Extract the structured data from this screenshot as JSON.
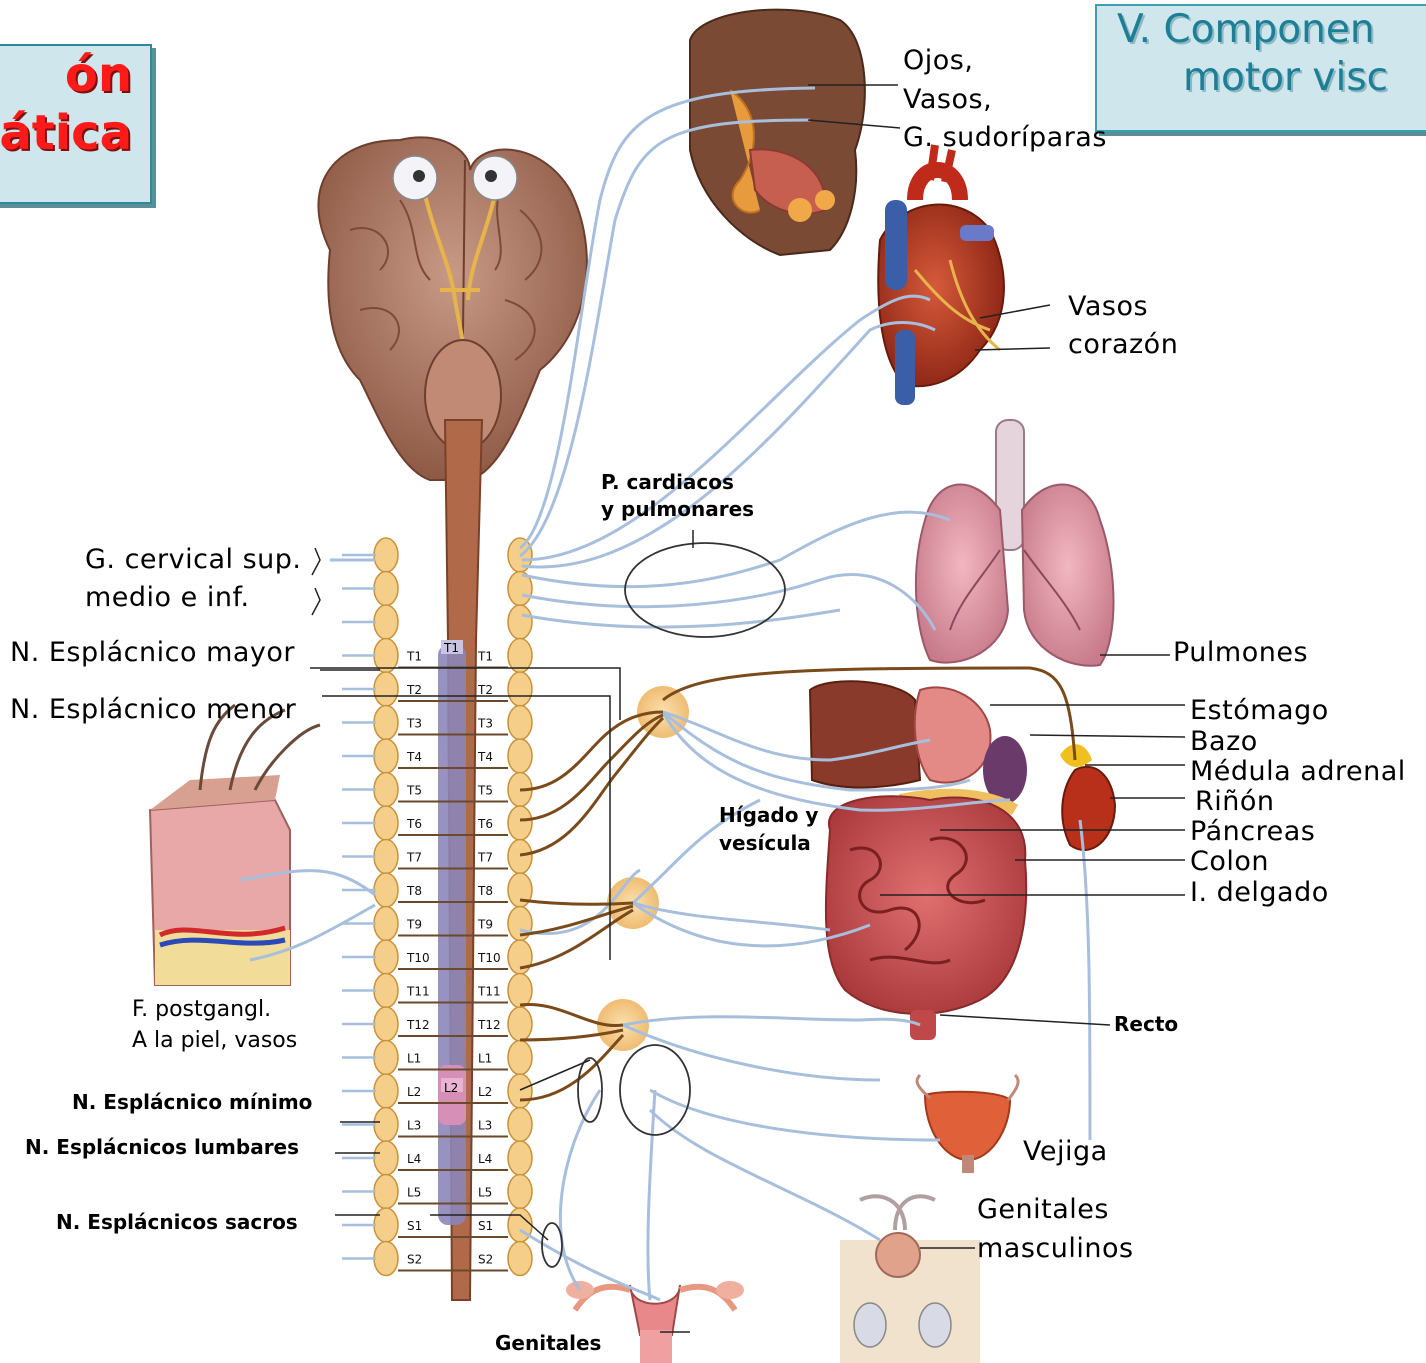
{
  "titles": {
    "left_line1": "ón",
    "left_line2": "ática",
    "right_line1": "V. Componen",
    "right_line2": "motor visc"
  },
  "targets": {
    "ojos": "Ojos,",
    "vasos_head": "Vasos,",
    "sudoriparas": "G. sudoríparas",
    "vasos_corazon_1": "Vasos",
    "vasos_corazon_2": "corazón",
    "pulmones": "Pulmones",
    "estomago": "Estómago",
    "bazo": "Bazo",
    "medula_adrenal": "Médula adrenal",
    "rinon": "Riñón",
    "pancreas": "Páncreas",
    "colon": "Colon",
    "i_delgado": "I. delgado",
    "recto": "Recto",
    "vejiga": "Vejiga",
    "genitales_masc_1": "Genitales",
    "genitales_masc_2": "masculinos",
    "genitales_fem": "Genitales"
  },
  "pathway_labels": {
    "p_cardiacos_1": "P. cardiacos",
    "p_cardiacos_2": "y pulmonares",
    "higado_1": "Hígado y",
    "higado_2": "vesícula",
    "g_cervical_1": "G. cervical sup.",
    "g_cervical_2": "medio e inf.",
    "n_esplacnico_mayor": "N. Esplácnico mayor",
    "n_esplacnico_menor": "N. Esplácnico menor",
    "f_postgangl_1": "F. postgangl.",
    "f_postgangl_2": "A la piel, vasos",
    "n_esplacnico_minimo": "N. Esplácnico mínimo",
    "n_esplacnicos_lumbares": "N. Esplácnicos lumbares",
    "n_esplacnicos_sacros": "N. Esplácnicos sacros"
  },
  "segments": [
    "T1",
    "T2",
    "T3",
    "T4",
    "T5",
    "T6",
    "T7",
    "T8",
    "T9",
    "T10",
    "T11",
    "T12",
    "L1",
    "L2",
    "L3",
    "L4",
    "L5",
    "S1",
    "S2"
  ],
  "cord_segments": [
    "T1",
    "L2"
  ],
  "colors": {
    "title_red": "#ff1a1a",
    "title_teal": "#1d7f95",
    "title_box_bg": "#cfe6ec",
    "nerve_blue": "#a7bfdc",
    "nerve_brown": "#7a4a1a",
    "ganglion": "#f5cf8a",
    "cord": "#b06a4a",
    "cord_core": "#8c86b8"
  }
}
